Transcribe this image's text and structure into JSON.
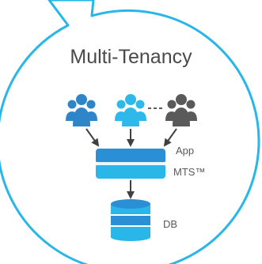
{
  "diagram": {
    "title": "Multi-Tenancy",
    "app_label": "App",
    "mts_label": "MTS™",
    "db_label": "DB"
  },
  "colors": {
    "bubble_stroke": "#29b6e8",
    "tenant_dark_blue": "#2e86c9",
    "tenant_light_blue": "#2fb9ea",
    "tenant_gray": "#5a5a5a",
    "app_top": "#2b8fd6",
    "app_bottom": "#29b6e8",
    "db_dark": "#2b8fd6",
    "db_light": "#29b6e8",
    "arrow": "#404040",
    "text": "#595959"
  },
  "icons": [
    "user-group-icon",
    "user-group-icon",
    "user-group-icon",
    "server-stack-icon",
    "database-icon"
  ]
}
